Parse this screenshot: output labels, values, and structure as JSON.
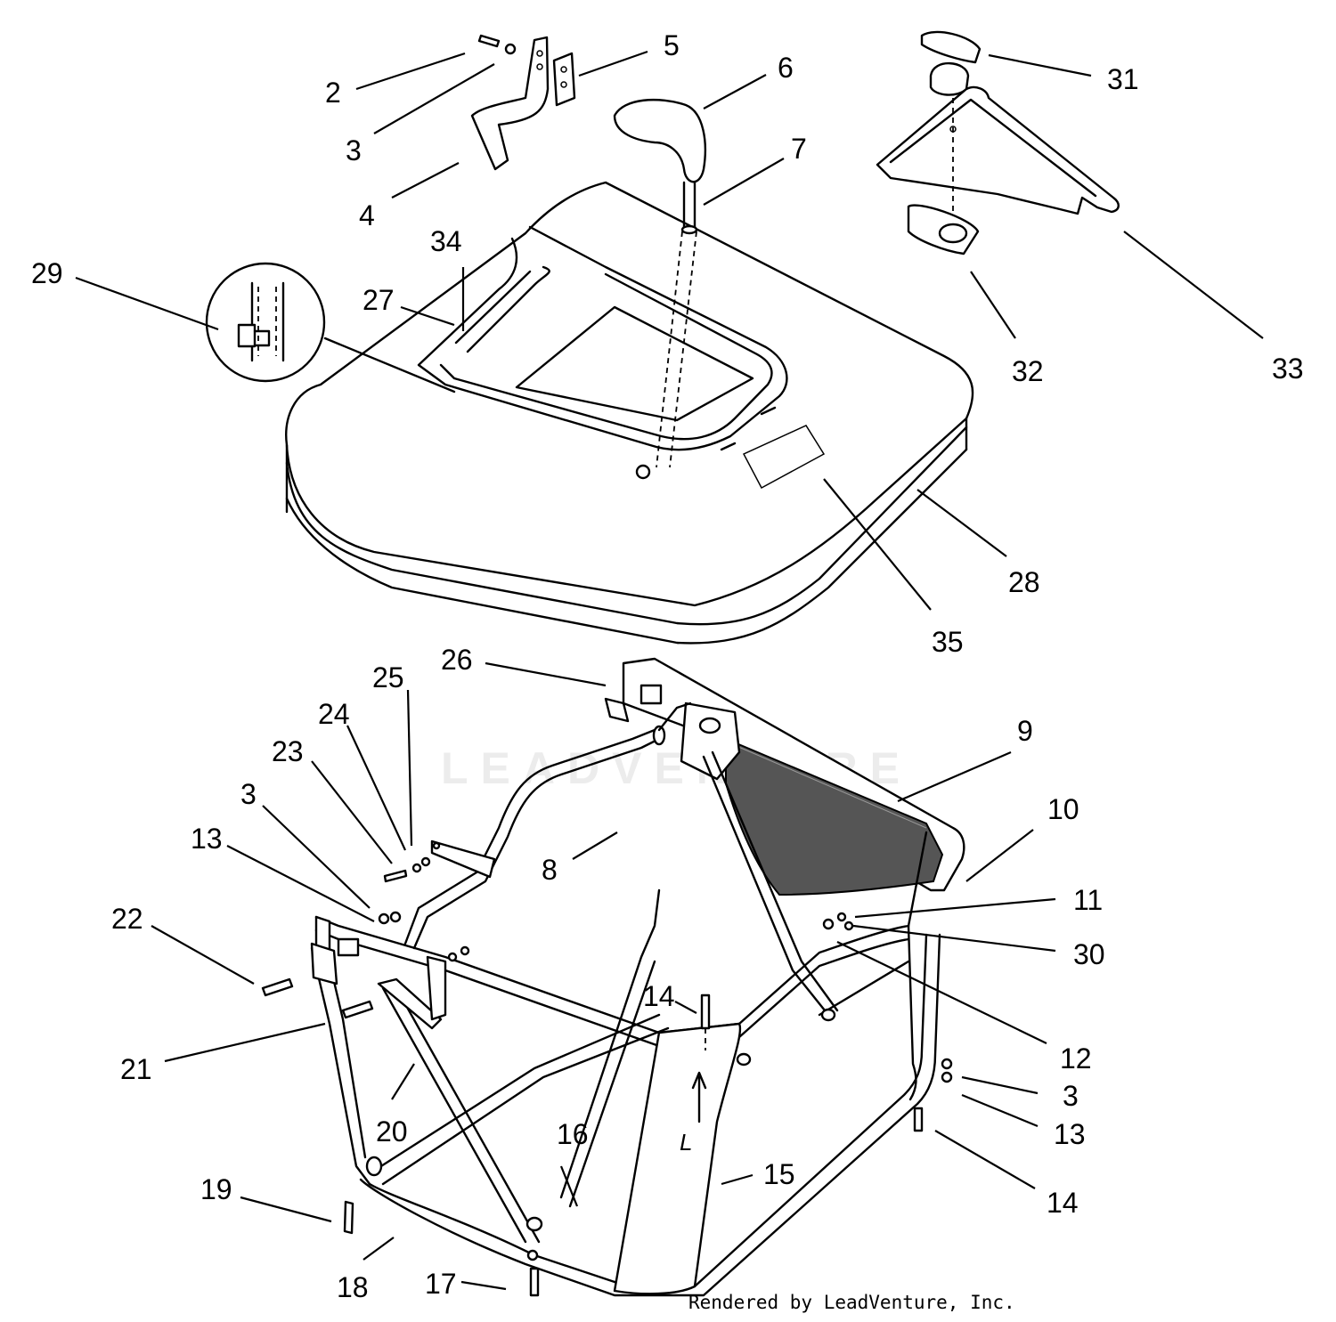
{
  "diagram": {
    "callouts": [
      "2",
      "3",
      "4",
      "5",
      "6",
      "7",
      "29",
      "34",
      "27",
      "31",
      "32",
      "33",
      "28",
      "35",
      "26",
      "25",
      "24",
      "23",
      "3",
      "13",
      "9",
      "10",
      "8",
      "11",
      "30",
      "22",
      "12",
      "14",
      "21",
      "20",
      "3",
      "13",
      "16",
      "15",
      "19",
      "14",
      "18",
      "17"
    ],
    "watermark": "LEADVENTURE",
    "credit": "Rendered by LeadVenture, Inc.",
    "arrow_label": "L"
  }
}
